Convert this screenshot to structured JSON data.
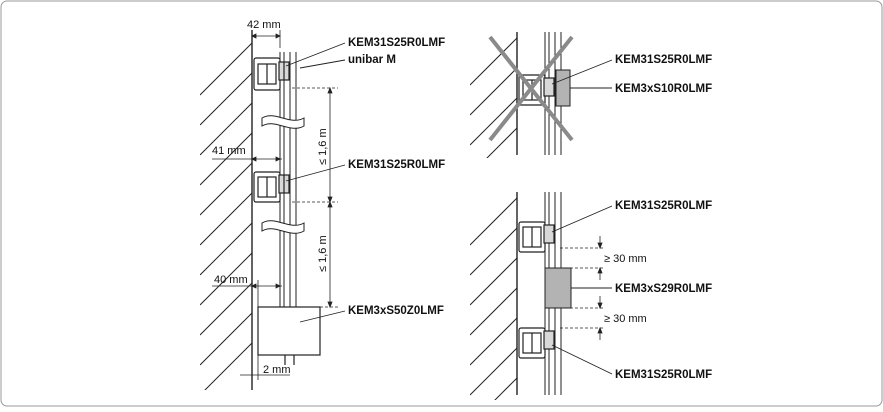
{
  "left_diagram": {
    "dim_top": "42 mm",
    "dim_mid": "41 mm",
    "dim_low": "40 mm",
    "dim_bottom": "2 mm",
    "spacing_upper": "≤ 1,6 m",
    "spacing_lower": "≤ 1,6 m",
    "label_top_bracket": "KEM31S25R0LMF",
    "label_busbar": "unibar M",
    "label_mid_bracket": "KEM31S25R0LMF",
    "label_end_cap": "KEM3xS50Z0LMF"
  },
  "right_top_diagram": {
    "label_bracket": "KEM31S25R0LMF",
    "label_connector": "KEM3xS10R0LMF",
    "crossed_out": true
  },
  "right_bottom_diagram": {
    "label_top_bracket": "KEM31S25R0LMF",
    "gap_upper": "≥ 30 mm",
    "label_connector": "KEM3xS29R0LMF",
    "gap_lower": "≥ 30 mm",
    "label_bottom_bracket": "KEM31S25R0LMF"
  },
  "colors": {
    "line": "#222222",
    "cross": "#8a8a8a",
    "connector_fill": "#b3b3b3",
    "frame": "#999999"
  }
}
